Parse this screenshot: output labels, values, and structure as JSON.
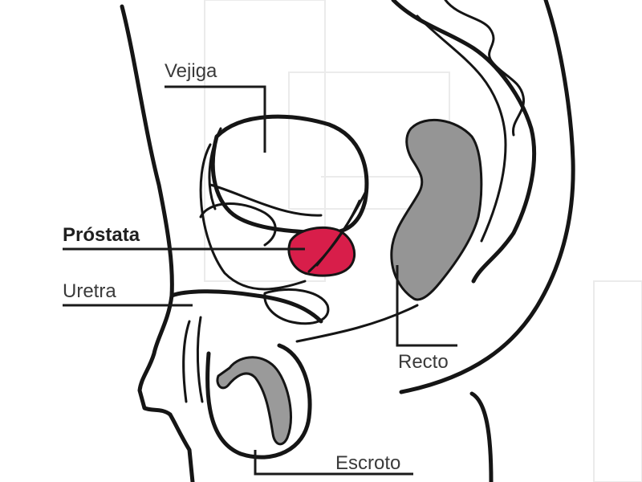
{
  "labels": {
    "vejiga": "Vejiga",
    "prostata": "Próstata",
    "uretra": "Uretra",
    "recto": "Recto",
    "escroto": "Escroto"
  },
  "colors": {
    "prostate": "#d81e4a",
    "rectum": "#959595",
    "testis": "#9a9a9a",
    "outline": "#151515"
  }
}
